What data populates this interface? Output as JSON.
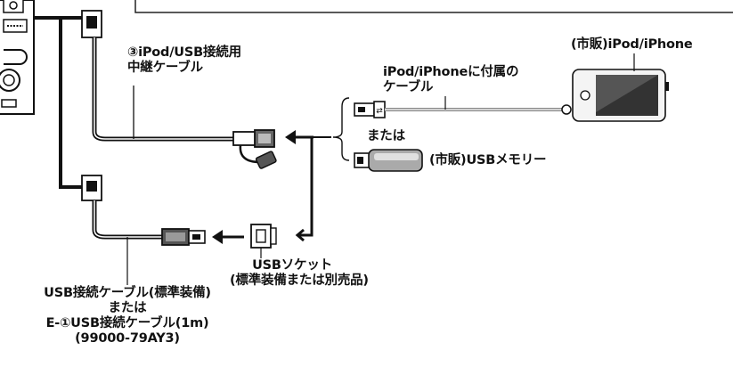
{
  "labels": {
    "relay_cable": {
      "line1": "③iPod/USB接続用",
      "line2": "中継ケーブル"
    },
    "ipod_cable": {
      "line1": "iPod/iPhoneに付属の",
      "line2": "ケーブル"
    },
    "ipod_device": "(市販)iPod/iPhone",
    "or_mid": "または",
    "usb_memory": "(市販)USBメモリー",
    "usb_socket": {
      "line1": "USBソケット",
      "line2": "(標準装備または別売品)"
    },
    "usb_cable": {
      "line1": "USB接続ケーブル(標準装備)",
      "line2": "または",
      "line3": "E-①USB接続ケーブル(1m)",
      "line4": "(99000-79AY3)"
    }
  }
}
